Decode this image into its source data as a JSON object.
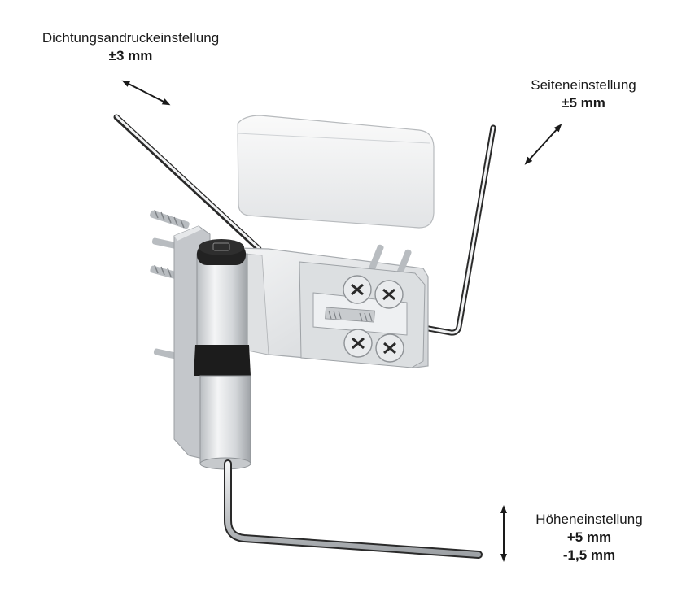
{
  "labels": {
    "seal": {
      "title": "Dichtungsandruckeinstellung",
      "value": "±3 mm"
    },
    "side": {
      "title": "Seiteneinstellung",
      "value": "±5 mm"
    },
    "height": {
      "title": "Höheneinstellung",
      "value_up": "+5 mm",
      "value_down": "-1,5 mm"
    }
  },
  "colors": {
    "metal_light": "#eef0f2",
    "metal_mid": "#c9ccd0",
    "metal_dark": "#8e9296",
    "black": "#1c1c1c",
    "arrow": "#1a1a1a"
  },
  "icons": [
    "double-arrow-diagonal-icon",
    "double-arrow-diagonal-icon",
    "double-arrow-vertical-icon"
  ]
}
